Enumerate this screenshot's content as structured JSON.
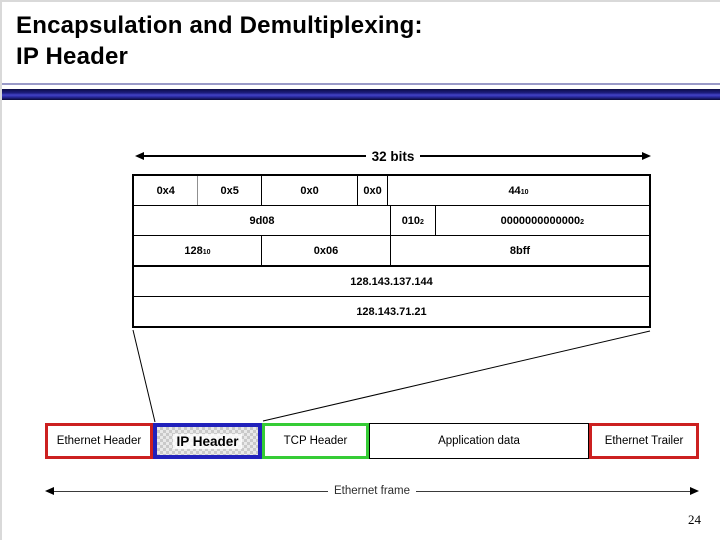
{
  "slide": {
    "title_line1": "Encapsulation and Demultiplexing:",
    "title_line2": "IP Header",
    "page_number": "24"
  },
  "ip_header_diagram": {
    "width_label": "32 bits",
    "rows": [
      {
        "cells": [
          {
            "text": "0x4",
            "sub": ""
          },
          {
            "text": "0x5",
            "sub": ""
          },
          {
            "text": "0x0",
            "sub": ""
          },
          {
            "text": "0x0",
            "sub": ""
          },
          {
            "text": "44",
            "sub": "10"
          }
        ]
      },
      {
        "cells": [
          {
            "text": "9d08",
            "sub": ""
          },
          {
            "text": "010",
            "sub": "2"
          },
          {
            "text": "0000000000000",
            "sub": "2"
          }
        ]
      },
      {
        "cells": [
          {
            "text": "128",
            "sub": "10"
          },
          {
            "text": "0x06",
            "sub": ""
          },
          {
            "text": "8bff",
            "sub": ""
          }
        ]
      },
      {
        "cells": [
          {
            "text": "128.143.137.144",
            "sub": ""
          }
        ]
      },
      {
        "cells": [
          {
            "text": "128.143.71.21",
            "sub": ""
          }
        ]
      }
    ]
  },
  "ethernet_frame": {
    "boxes": [
      {
        "label": "Ethernet Header",
        "border_color": "#cc2020"
      },
      {
        "label": "IP Header",
        "border_color": "#2121bb"
      },
      {
        "label": "TCP Header",
        "border_color": "#35cc35"
      },
      {
        "label": "Application data",
        "border_color": "#000000"
      },
      {
        "label": "Ethernet Trailer",
        "border_color": "#cc2020"
      }
    ],
    "arrow_label": "Ethernet frame"
  },
  "colors": {
    "title_bar": "#26269a",
    "ethernet_border": "#cc2020",
    "ip_border": "#2121bb",
    "tcp_border": "#35cc35",
    "ip_box_fill": "#d9d9d9"
  }
}
